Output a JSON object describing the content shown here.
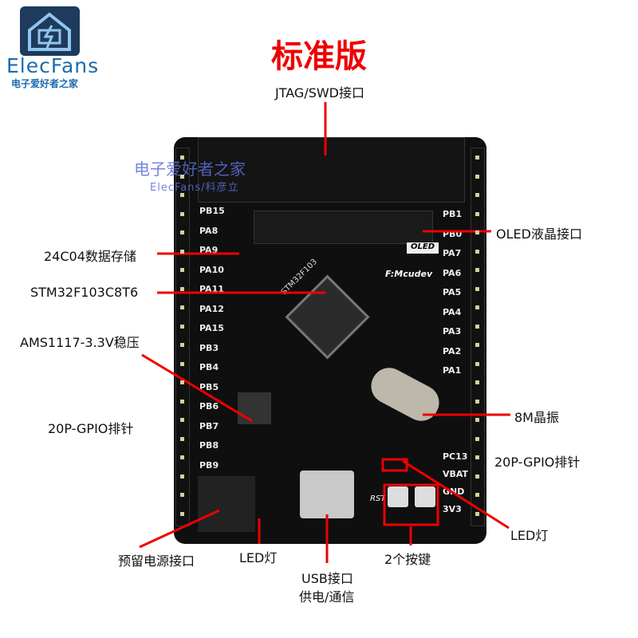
{
  "logo": {
    "brand": "ElecFans",
    "subtitle": "电子爱好者之家"
  },
  "title": "标准版",
  "watermark": {
    "line1": "电子爱好者之家",
    "line2": "ElecFans/科彦立"
  },
  "annotations": {
    "jtag": "JTAG/SWD接口",
    "oled": "OLED液晶接口",
    "eeprom": "24C04数据存储",
    "mcu": "STM32F103C8T6",
    "regulator": "AMS1117-3.3V稳压",
    "gpio_left": "20P-GPIO排针",
    "crystal": "8M晶振",
    "gpio_right": "20P-GPIO排针",
    "led_right": "LED灯",
    "power_reserve": "预留电源接口",
    "led_left": "LED灯",
    "usb_line1": "USB接口",
    "usb_line2": "供电/通信",
    "buttons": "2个按键"
  },
  "board": {
    "left_pins": [
      "PB15",
      "PA8",
      "PA9",
      "PA10",
      "PA11",
      "PA12",
      "PA15",
      "PB3",
      "PB4",
      "PB5",
      "PB6",
      "PB7",
      "PB8",
      "PB9"
    ],
    "right_pins": [
      "PB1",
      "PB0",
      "PA7",
      "PA6",
      "PA5",
      "PA4",
      "PA3",
      "PA2",
      "PA1"
    ],
    "right_bottom_pins": [
      "PC13",
      "VBAT",
      "GND",
      "3V3"
    ],
    "chip_marking": "STM32F103",
    "silk_oled": "OLED",
    "silk_brand": "F:Mcudev",
    "silk_rst": "RST"
  },
  "colors": {
    "accent": "#e00000",
    "board": "#0f0f10",
    "logo": "#1c6bb0"
  }
}
